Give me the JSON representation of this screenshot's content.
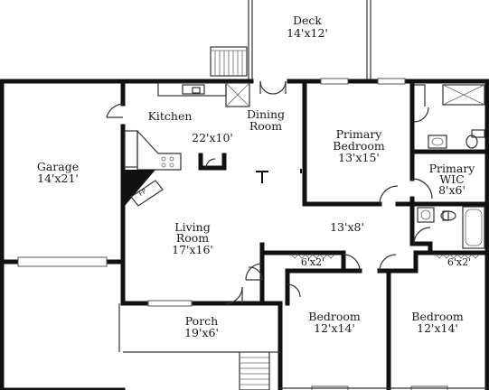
{
  "rooms": [
    {
      "id": "deck",
      "name": "Deck",
      "size": "14'x12'"
    },
    {
      "id": "kitchen",
      "name": "Kitchen",
      "size": ""
    },
    {
      "id": "dining",
      "name": "Dining Room",
      "size": ""
    },
    {
      "id": "kitchen-dining",
      "name": "",
      "size": "22'x10'"
    },
    {
      "id": "garage",
      "name": "Garage",
      "size": "14'x21'"
    },
    {
      "id": "primary-bedroom",
      "name": "Primary Bedroom",
      "size": "13'x15'"
    },
    {
      "id": "primary-wic",
      "name": "Primary WIC",
      "size": "8'x6'"
    },
    {
      "id": "living",
      "name": "Living Room",
      "size": "17'x16'"
    },
    {
      "id": "hall",
      "name": "",
      "size": "13'x8'"
    },
    {
      "id": "closet-1",
      "name": "",
      "size": "6'x2'"
    },
    {
      "id": "closet-2",
      "name": "",
      "size": "6'x2'"
    },
    {
      "id": "porch",
      "name": "Porch",
      "size": "19'x6'"
    },
    {
      "id": "bedroom-1",
      "name": "Bedroom",
      "size": "12'x14'"
    },
    {
      "id": "bedroom-2",
      "name": "Bedroom",
      "size": "12'x14'"
    }
  ],
  "labels": {
    "deck_name": "Deck",
    "deck_size": "14'x12'",
    "kitchen_name": "Kitchen",
    "dining_line1": "Dining",
    "dining_line2": "Room",
    "kd_size": "22'x10'",
    "garage_name": "Garage",
    "garage_size": "14'x21'",
    "pb_line1": "Primary",
    "pb_line2": "Bedroom",
    "pb_size": "13'x15'",
    "wic_line1": "Primary",
    "wic_line2": "WIC",
    "wic_size": "8'x6'",
    "living_line1": "Living",
    "living_line2": "Room",
    "living_size": "17'x16'",
    "hall_size": "13'x8'",
    "closet1_size": "6'x2'",
    "closet2_size": "6'x2'",
    "porch_name": "Porch",
    "porch_size": "19'x6'",
    "bed1_name": "Bedroom",
    "bed1_size": "12'x14'",
    "bed2_name": "Bedroom",
    "bed2_size": "12'x14'",
    "fireplace": "FP"
  }
}
